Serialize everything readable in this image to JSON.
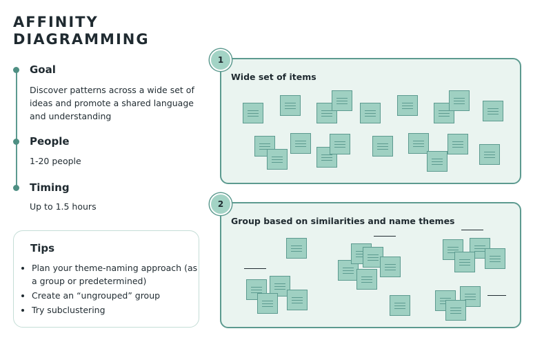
{
  "title_line1": "AFFINITY",
  "title_line2": "DIAGRAMMING",
  "goal": {
    "heading": "Goal",
    "text": "Discover patterns across a wide set of ideas and promote a shared language and understanding"
  },
  "people": {
    "heading": "People",
    "text": "1-20 people"
  },
  "timing": {
    "heading": "Timing",
    "text": "Up to 1.5 hours"
  },
  "tips": {
    "heading": "Tips",
    "items": [
      "Plan your theme-naming approach (as a group or predetermined)",
      "Create an “ungrouped” group",
      "Try subclustering"
    ]
  },
  "step1": {
    "number": "1",
    "label": "Wide set of items"
  },
  "step2": {
    "number": "2",
    "label": "Group based on similarities and name themes"
  },
  "colors": {
    "accent": "#5c9a8f",
    "note_fill": "#9fd0c2",
    "panel_fill": "#eaf4f0",
    "badge_fill": "#a3d3c5"
  },
  "icons": [
    "sticky-note-icon",
    "theme-name-line"
  ]
}
